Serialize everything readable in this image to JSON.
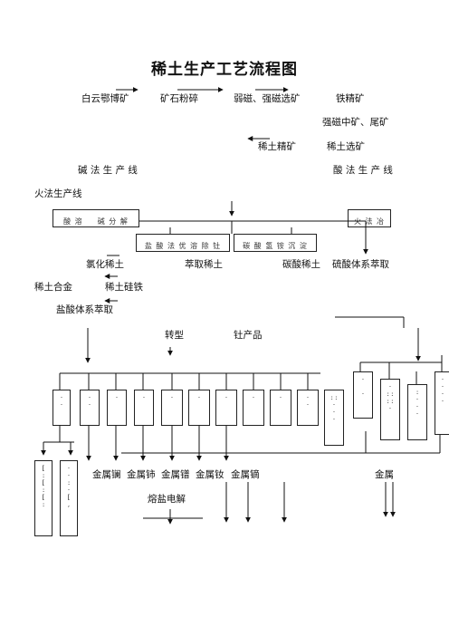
{
  "title": "稀土生产工艺流程图",
  "labels": {
    "baiyun_ore": "白云鄂博矿",
    "ore_crush": "矿石粉碎",
    "weak_strong_sep": "弱磁、强磁选矿",
    "iron_concentrate": "铁精矿",
    "strong_mag_tail": "强磁中矿、尾矿",
    "re_concentrate": "稀土精矿",
    "re_flotation": "稀土选矿",
    "alkali_line": "碱 法 生 产 线",
    "acid_line": "酸 法 生 产 线",
    "fire_line": "火法生产线",
    "re_chloride": "氯化稀土",
    "extract_re": "萃取稀土",
    "re_carbonate": "碳酸稀土",
    "sulfate_extract": "硫酸体系萃取",
    "re_alloy": "稀土合金",
    "re_ferrosilicon": "稀土硅铁",
    "hcl_extract": "盐酸体系萃取",
    "transform": "转型",
    "cerium_product": "钍产品",
    "metal_la": "金属镧",
    "metal_ce": "金属铈",
    "metal_pr": "金属镨",
    "metal_nd": "金属钕",
    "metal_sm": "金属镝",
    "metal_right": "金属",
    "molten_salt": "熔盐电解"
  },
  "boxes": {
    "left_wide": "酸 溶 　 碱 分 解",
    "mid_a": "盐 酸 法 优 溶 除 钍",
    "mid_b": "碳 酸 氢 铵 沉 淀",
    "right_small": "火 法 冶"
  }
}
